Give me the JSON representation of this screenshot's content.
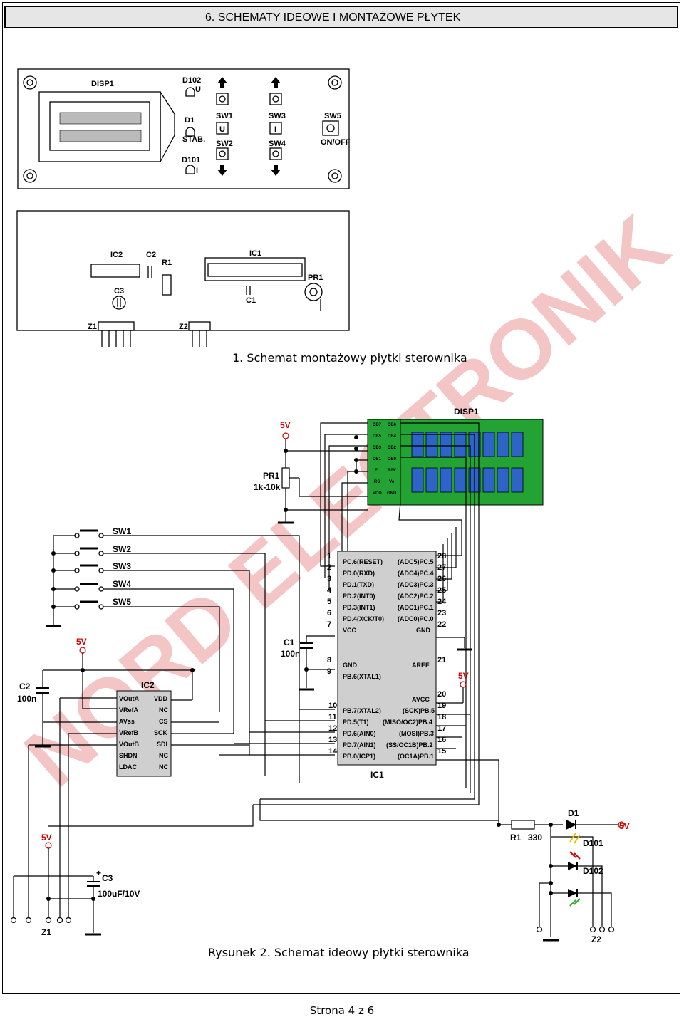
{
  "header": {
    "title": "6.   SCHEMATY IDEOWE I MONTAŻOWE PŁYTEK"
  },
  "watermark": {
    "text": "NORD ELECTRONIK"
  },
  "front_panel": {
    "disp": "DISP1",
    "d102": "D102",
    "u_top": "U",
    "d1": "D1",
    "stab": "STAB.",
    "d101": "D101",
    "i_bot": "I",
    "sw1": "SW1",
    "sw2": "SW2",
    "sw3": "SW3",
    "sw4": "SW4",
    "sw5": "SW5",
    "u_btn": "U",
    "i_btn": "I",
    "onoff": "ON/OFF"
  },
  "assembly": {
    "ic2": "IC2",
    "c2": "C2",
    "r1": "R1",
    "ic1": "IC1",
    "pr1": "PR1",
    "c3": "C3",
    "c1": "C1",
    "z1": "Z1",
    "z2": "Z2"
  },
  "caption1": "1. Schemat montażowy płytki sterownika",
  "schematic": {
    "v5": "5V",
    "disp1": "DISP1",
    "lcd_pins": [
      "DB7",
      "DB6",
      "DB5",
      "DB4",
      "DB3",
      "DB2",
      "DB1",
      "DB0",
      "E",
      "R/W",
      "RS",
      "Vo",
      "VDD",
      "GND"
    ],
    "pr1": "PR1",
    "pr1_val": "1k-10k",
    "switches": [
      "SW1",
      "SW2",
      "SW3",
      "SW4",
      "SW5"
    ],
    "c2": "C2",
    "c2_val": "100n",
    "c1": "C1",
    "c1_val": "100n",
    "ic2": "IC2",
    "ic2_left": [
      "VOutA",
      "VRefA",
      "AVss",
      "VRefB",
      "VOutB",
      "SHDN",
      "LDAC"
    ],
    "ic2_right": [
      "VDD",
      "NC",
      "CS",
      "SCK",
      "SDI",
      "NC",
      "NC"
    ],
    "ic1": "IC1",
    "ic1_left_nums": [
      "1",
      "2",
      "3",
      "4",
      "5",
      "6",
      "7"
    ],
    "ic1_left_names": [
      "PC.6(RESET)",
      "PD.0(RXD)",
      "PD.1(TXD)",
      "PD.2(INT0)",
      "PD.3(INT1)",
      "PD.4(XCK/T0)",
      "VCC"
    ],
    "ic1_right_names": [
      "(ADC5)PC.5",
      "(ADC4)PC.4",
      "(ADC3)PC.3",
      "(ADC2)PC.2",
      "(ADC1)PC.1",
      "(ADC0)PC.0",
      "GND"
    ],
    "ic1_right_nums": [
      "28",
      "27",
      "26",
      "25",
      "24",
      "23",
      "22"
    ],
    "ic1_mid_nums": [
      "8",
      "9"
    ],
    "ic1_mid_names": [
      "GND",
      "PB.6(XTAL1)"
    ],
    "aref": "AREF",
    "aref_num": "21",
    "avcc": "AVCC",
    "avcc_num": "20",
    "ic1_low_nums": [
      "10",
      "11",
      "12",
      "13",
      "14"
    ],
    "ic1_low_names": [
      "PB.7(XTAL2)",
      "PD.5(T1)",
      "PD.6(AIN0)",
      "PD.7(AIN1)",
      "PB.0(ICP1)"
    ],
    "ic1_low_right": [
      "(SCK)PB.5",
      "(MISO/OC2)PB.4",
      "(MOSI)PB.3",
      "(SS/OC1B)PB.2",
      "(OC1A)PB.1"
    ],
    "ic1_low_right_nums": [
      "19",
      "18",
      "17",
      "16",
      "15"
    ],
    "r1": "R1",
    "r1_val": "330",
    "d1": "D1",
    "d101": "D101",
    "d102": "D102",
    "c3": "C3",
    "c3_val": "100uF/10V",
    "c3_plus": "+",
    "z1": "Z1",
    "z2": "Z2"
  },
  "caption2": "Rysunek 2. Schemat ideowy płytki sterownika",
  "footer": "Strona 4 z 6",
  "colors": {
    "lcd_green": "#22a334",
    "lcd_blue": "#2e63c8",
    "red_label": "#d00000",
    "ic_grey": "#cfcfcf"
  }
}
